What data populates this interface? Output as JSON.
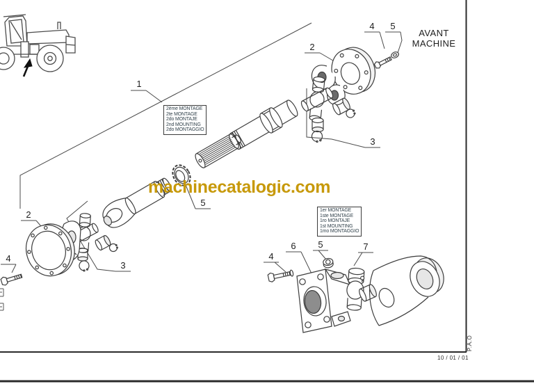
{
  "header": {
    "front_machine": [
      "AVANT",
      "MACHINE"
    ]
  },
  "watermark": {
    "text": "machinecatalogic.com",
    "color": "#C7990A"
  },
  "footer": {
    "date_code": "10 / 01 / 01",
    "author_initials": "P.A.O"
  },
  "boxes": {
    "second_mounting": {
      "lines": [
        "2ème MONTAGE",
        "2te MONTAGE",
        "2do MONTAJE",
        "2nd MOUNTING",
        "2do MONTAGGIO"
      ]
    },
    "first_mounting": {
      "lines": [
        "1er MONTAGE",
        "1ste MONTAGE",
        "1ro MONTAJE",
        "1st MOUNTING",
        "1mo MONTAGGIO"
      ]
    }
  },
  "callouts": {
    "c1": "1",
    "c2_top": "2",
    "c4_top": "4",
    "c5_top": "5",
    "c3_right": "3",
    "c2_left": "2",
    "c4_left": "4",
    "c3_left": "3",
    "c5_mid": "5",
    "c4_bottom": "4",
    "c6_bottom": "6",
    "c5_bottom": "5",
    "c7_bottom": "7"
  },
  "colors": {
    "line_art": "#3d3d3d",
    "frame": "#2b2b2b"
  }
}
